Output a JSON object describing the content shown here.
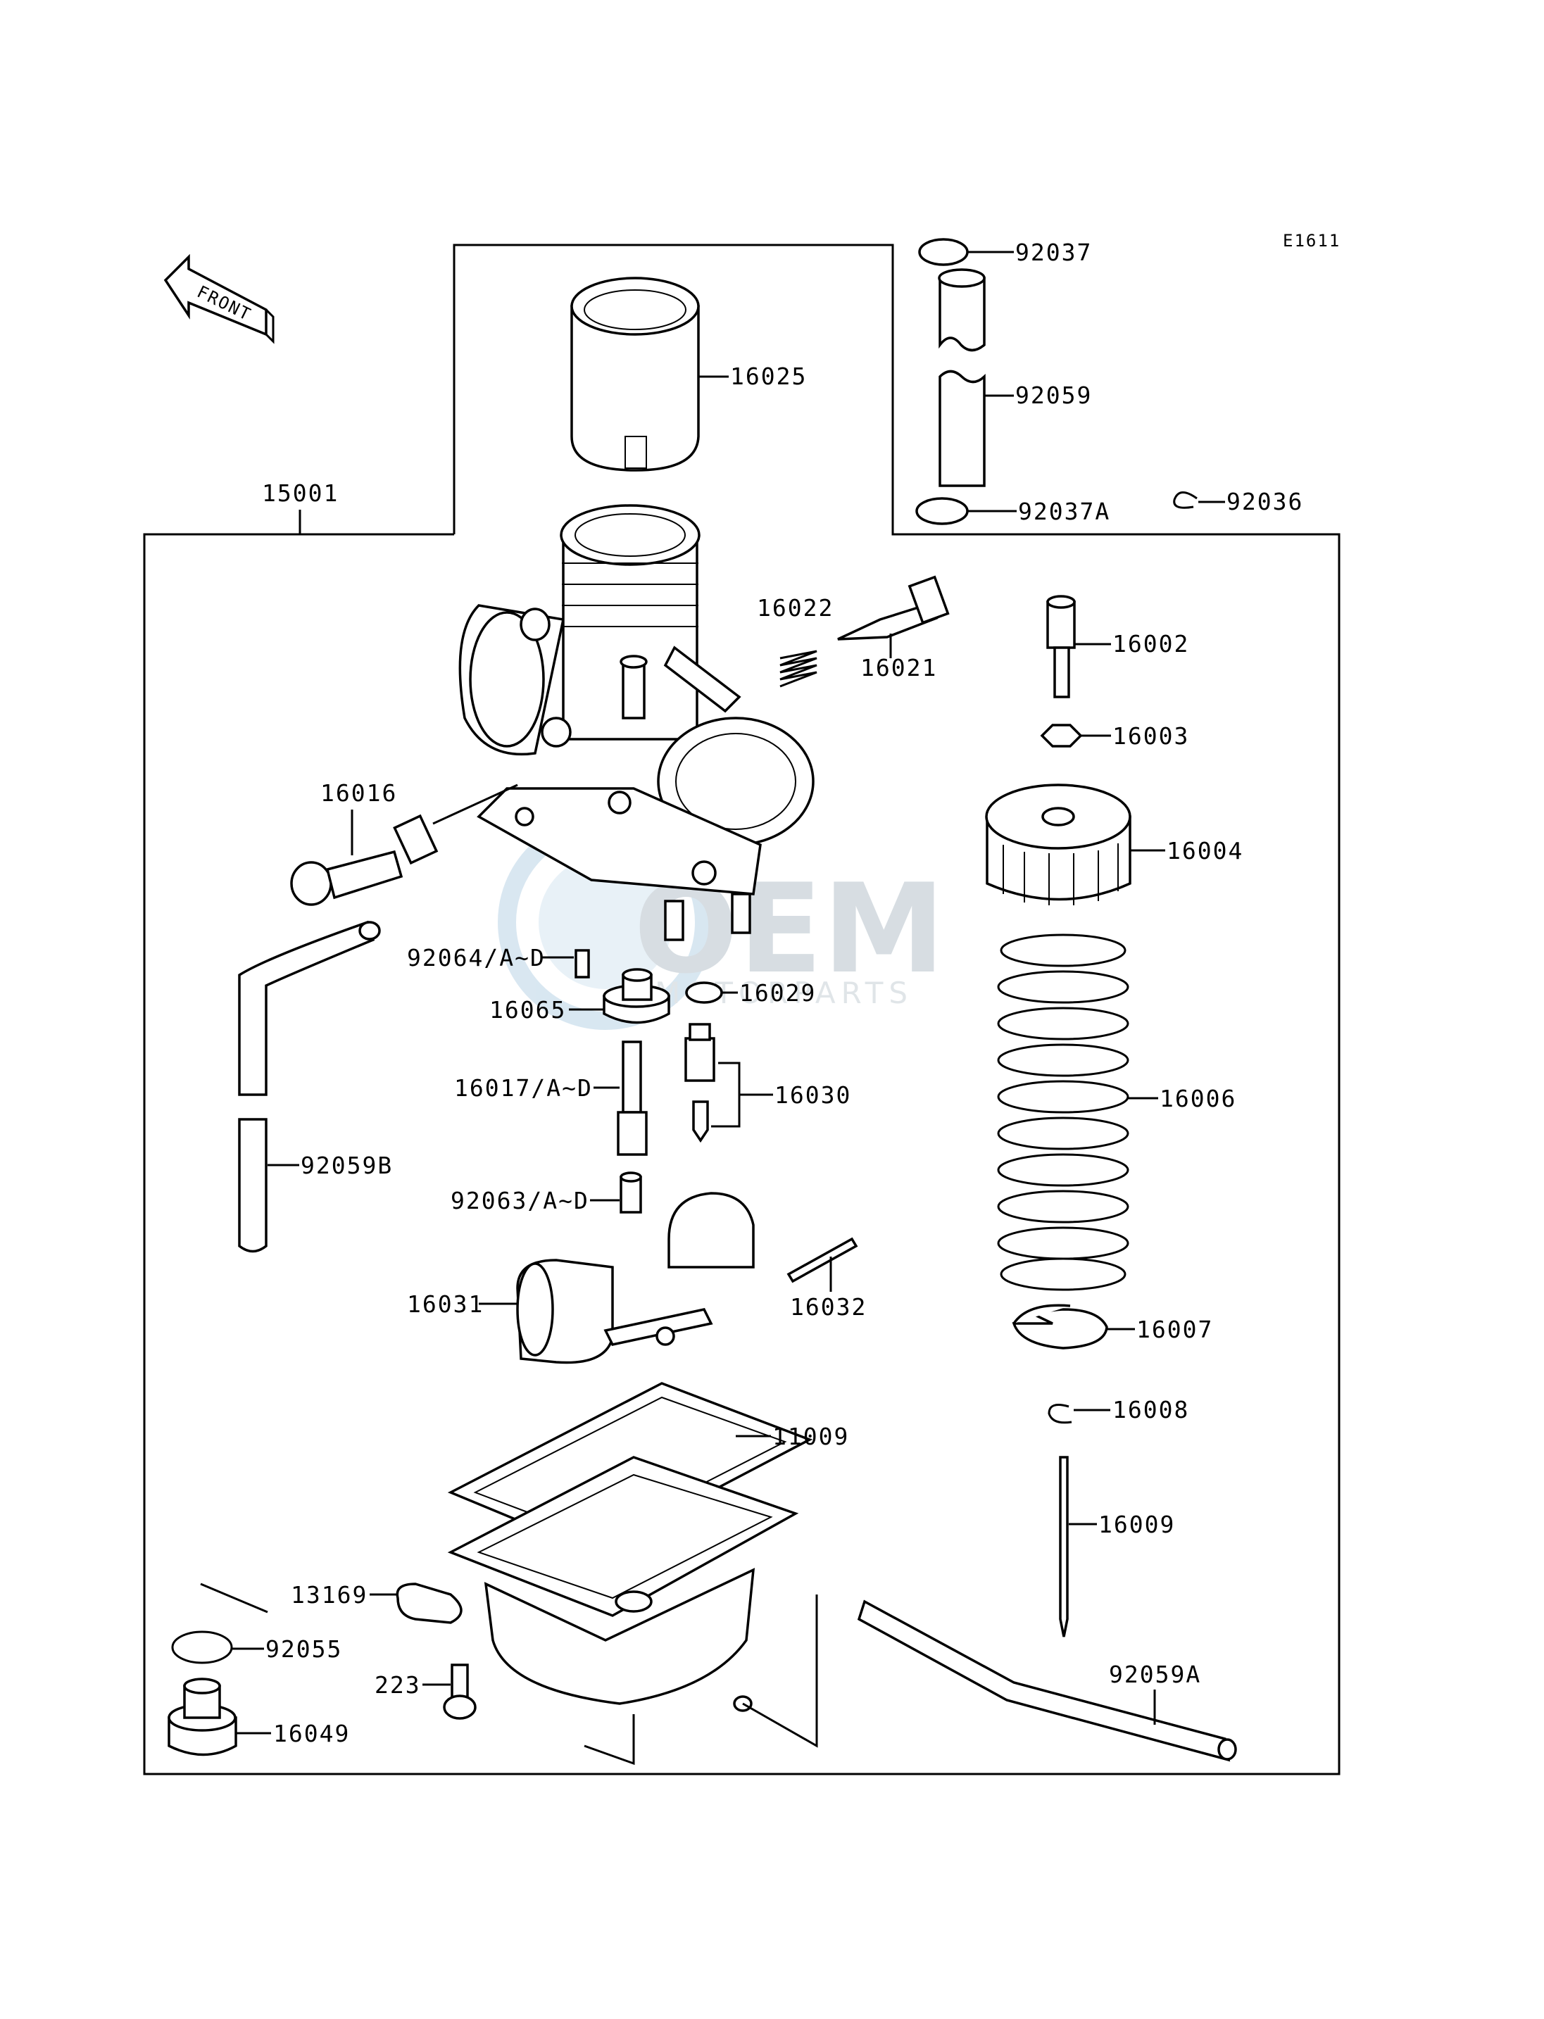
{
  "diagram": {
    "code": "E1611",
    "front_label": "FRONT",
    "watermark": {
      "brand": "OEM",
      "sub": "MOTORPARTS"
    },
    "labels": {
      "p15001": "15001",
      "p16025": "16025",
      "p92037": "92037",
      "p92059": "92059",
      "p92037A": "92037A",
      "p92036": "92036",
      "p16022": "16022",
      "p16021": "16021",
      "p16002": "16002",
      "p16003": "16003",
      "p16016": "16016",
      "p16004": "16004",
      "p92064": "92064/A~D",
      "p16029": "16029",
      "p16065": "16065",
      "p16017": "16017/A~D",
      "p16030": "16030",
      "p16006": "16006",
      "p92059B": "92059B",
      "p92063": "92063/A~D",
      "p16031": "16031",
      "p16032": "16032",
      "p16007": "16007",
      "p11009": "11009",
      "p16008": "16008",
      "p16009": "16009",
      "p13169": "13169",
      "p92055": "92055",
      "p92059A": "92059A",
      "p223": "223",
      "p16049": "16049"
    }
  }
}
